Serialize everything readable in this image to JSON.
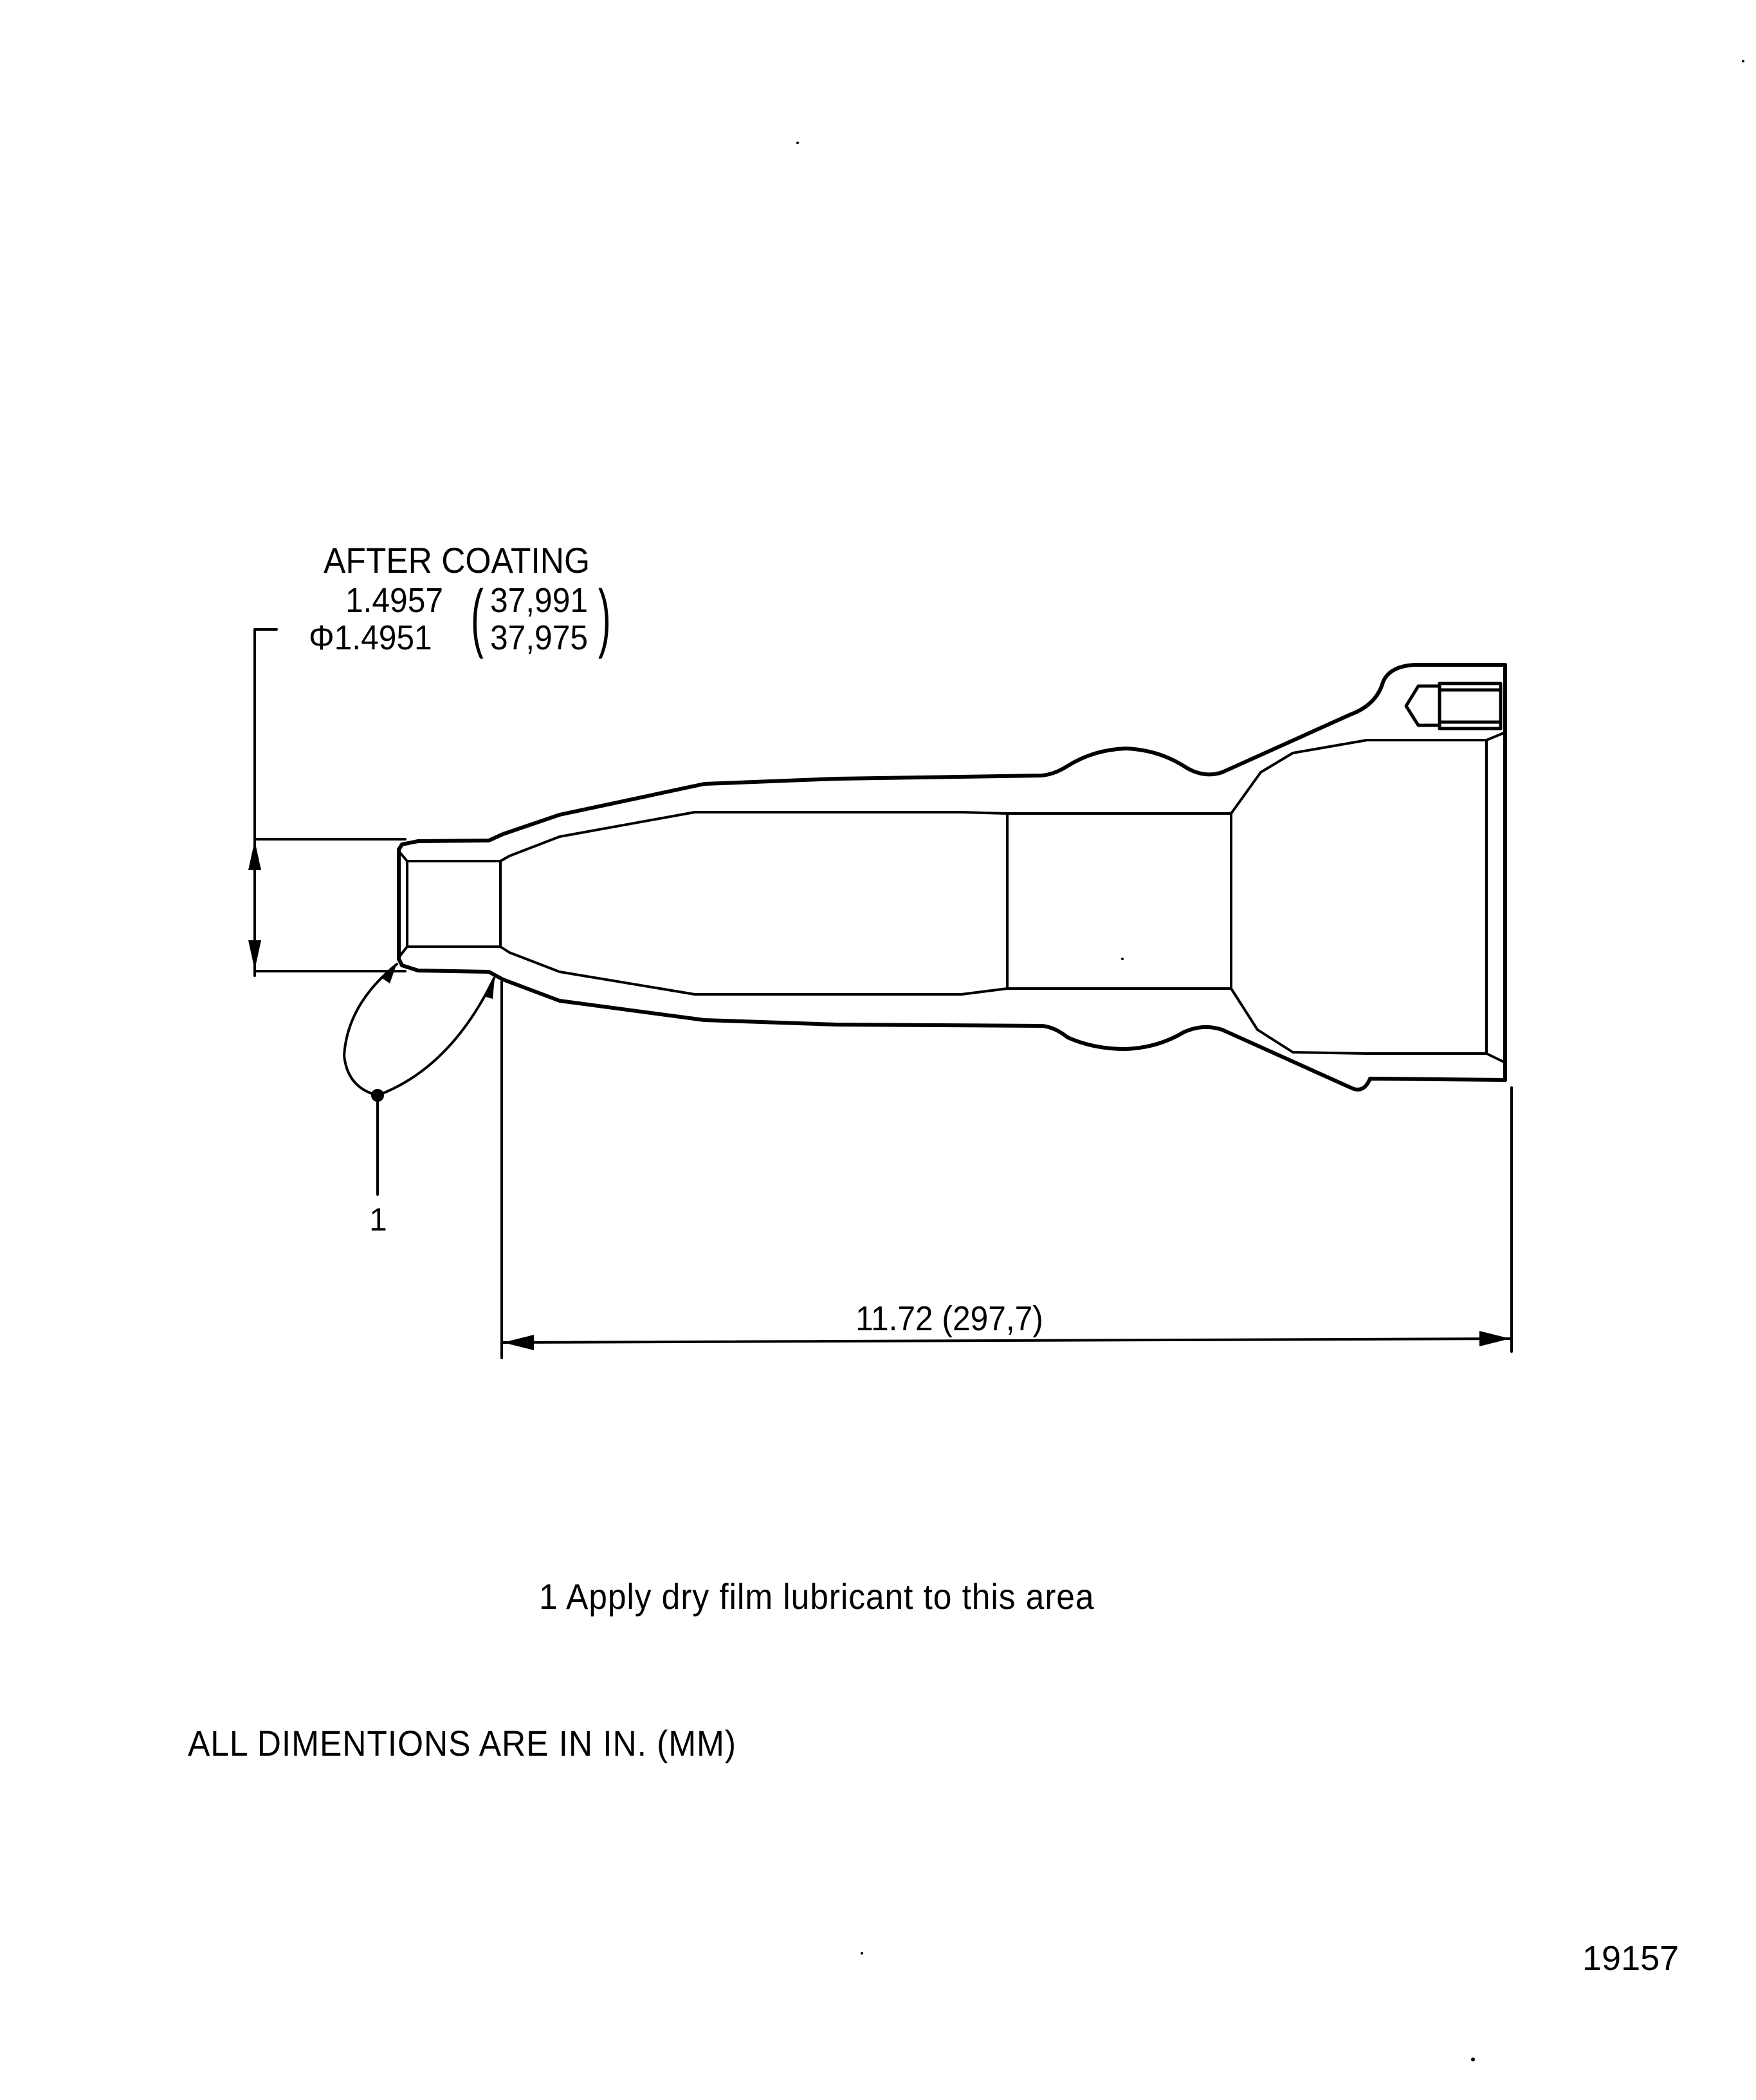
{
  "diagram": {
    "note_header": "AFTER COATING",
    "diameter_max": "1.4957",
    "diameter_max_mm": "37,991",
    "diameter_symbol": "Φ",
    "diameter_min": "1.4951",
    "diameter_min_mm": "37,975",
    "callout_number": "1",
    "length_dimension": "11.72 (297,7)",
    "legend_item": "1 Apply dry film lubricant to this area",
    "units_note": "ALL DIMENTIONS ARE IN IN. (MM)",
    "figure_number": "19157"
  },
  "colors": {
    "line": "#000000",
    "background": "#ffffff"
  }
}
